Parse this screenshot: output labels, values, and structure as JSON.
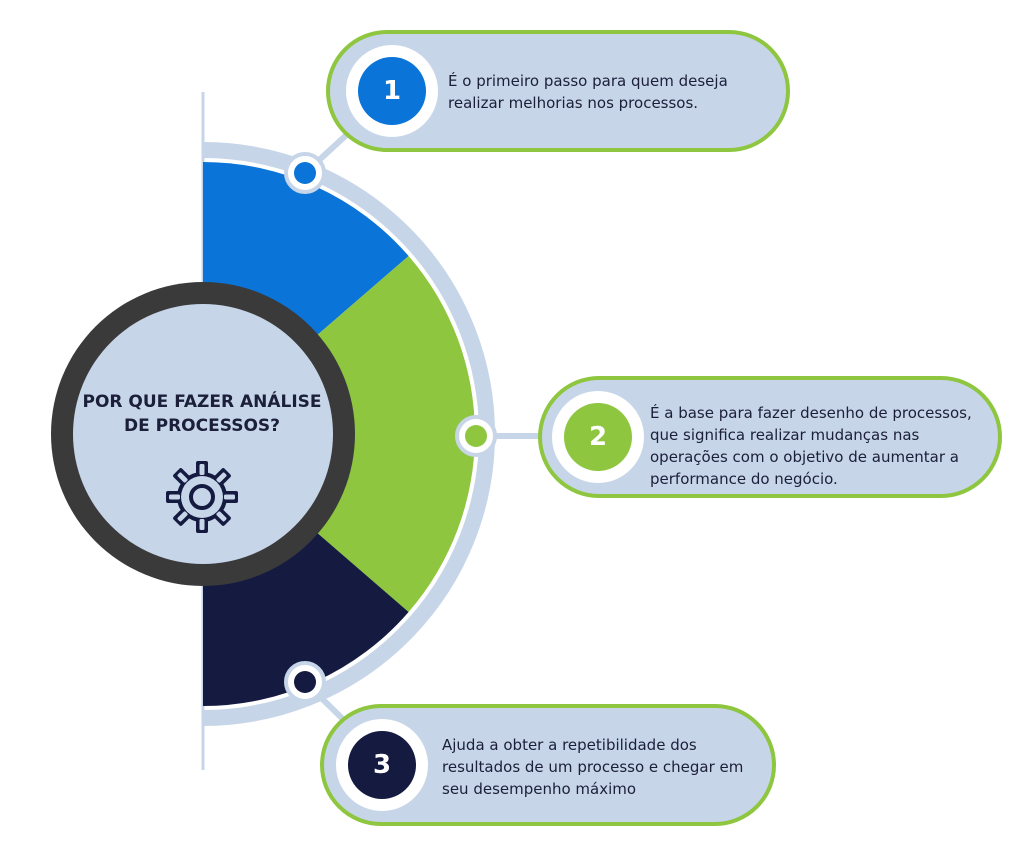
{
  "center": {
    "title_line1": "POR QUE FAZER ANÁLISE",
    "title_line2": "DE PROCESSOS?",
    "icon": "gear-icon"
  },
  "steps": [
    {
      "number": "1",
      "color": "#0a74d8",
      "lines": [
        "É o primeiro passo para quem deseja",
        "realizar melhorias nos processos."
      ]
    },
    {
      "number": "2",
      "color": "#8ec63f",
      "lines": [
        "É a base para fazer desenho de processos,",
        "que significa realizar mudanças nas",
        "operações com o objetivo de aumentar a",
        "performance do negócio."
      ]
    },
    {
      "number": "3",
      "color": "#141a40",
      "lines": [
        "Ajuda a obter a repetibilidade dos",
        "resultados de um processo e chegar em",
        "seu desempenho máximo"
      ]
    }
  ],
  "colors": {
    "card_fill": "#c6d5e8",
    "card_border": "#8ec63f",
    "ring": "#3a3a3a",
    "text": "#1c1f3a",
    "track": "#c6d5e8"
  }
}
